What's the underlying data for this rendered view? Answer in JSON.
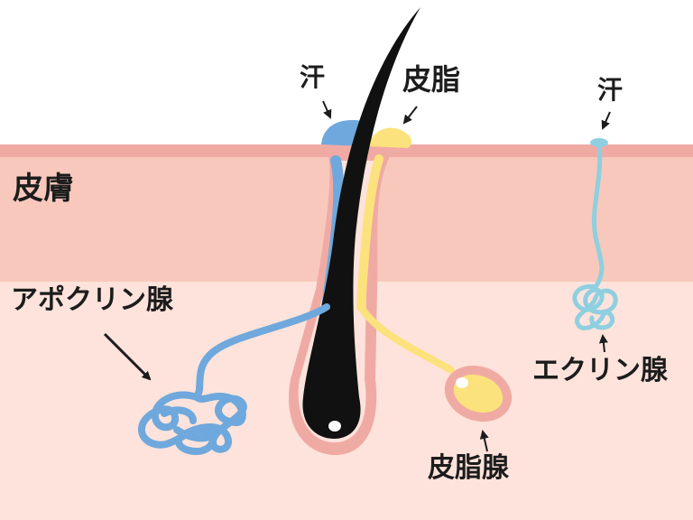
{
  "labels": {
    "skin": "皮膚",
    "sweat_left": "汗",
    "sebum": "皮脂",
    "sweat_right": "汗",
    "apocrine_gland": "アポクリン腺",
    "eccrine_gland": "エクリン腺",
    "sebaceous_gland": "皮脂腺"
  },
  "colors": {
    "skin_surface": "#f0aaa4",
    "epidermis": "#f8c8bc",
    "dermis": "#fde3db",
    "follicle_sheath": "#f0aaa4",
    "hair": "#111111",
    "hair_bulb_dot": "#ffffff",
    "sweat_apocrine": "#6fa8dc",
    "sebum": "#fce27c",
    "sweat_eccrine": "#8ecfe0",
    "text": "#1c1c1c"
  },
  "icons": [
    "arrow-icon",
    "hair-icon"
  ]
}
